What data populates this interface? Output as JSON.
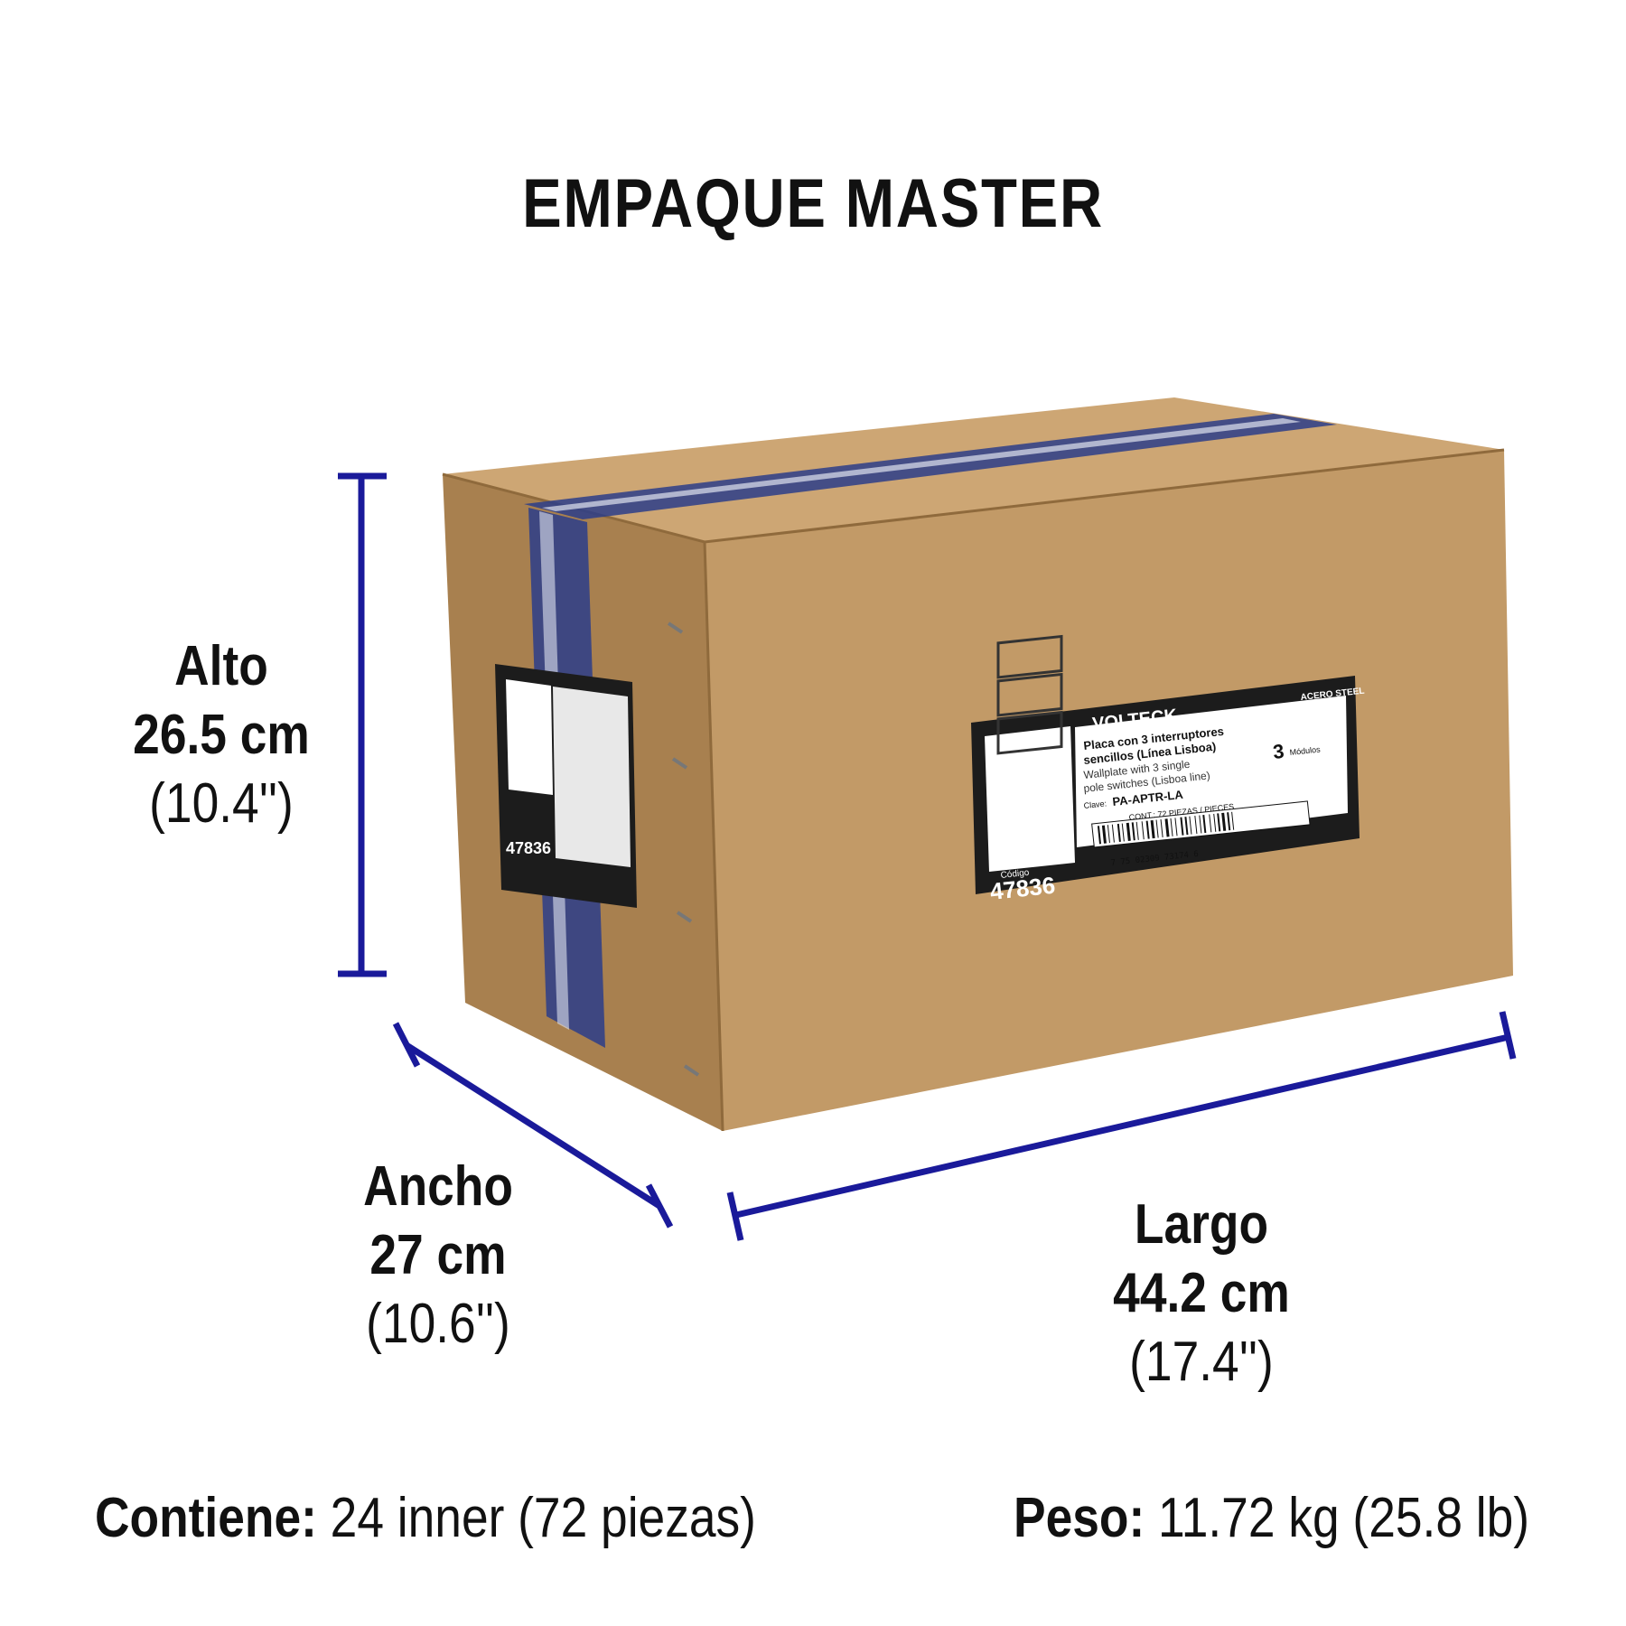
{
  "title": "EMPAQUE MASTER",
  "dimensions": {
    "alto": {
      "label": "Alto",
      "metric": "26.5 cm",
      "imperial": "(10.4'')"
    },
    "ancho": {
      "label": "Ancho",
      "metric": "27 cm",
      "imperial": "(10.6'')"
    },
    "largo": {
      "label": "Largo",
      "metric": "44.2 cm",
      "imperial": "(17.4'')"
    }
  },
  "footer": {
    "contiene_label": "Contiene:",
    "contiene_value": " 24 inner (72 piezas)",
    "peso_label": "Peso:",
    "peso_value": " 11.72 kg (25.8 lb)"
  },
  "label": {
    "brand": "VOLTECK",
    "material": "ACERO STEEL",
    "desc_es_1": "Placa con 3 interruptores",
    "desc_es_2": "sencillos (Línea Lisboa)",
    "desc_en_1": "Wallplate with 3 single",
    "desc_en_2": "pole switches (Lisboa line)",
    "modules_num": "3",
    "modules_text": "Módulos",
    "clave_label": "Clave:",
    "clave": "PA-APTR-LA",
    "cont": "CONT.: 72 PIEZAS / PIECES",
    "barcode_digits": "7 75 02309 73174 6",
    "codigo_label": "Código",
    "codigo": "47836"
  },
  "colors": {
    "dimension_line": "#1a1a9a",
    "box_front": "#c29a67",
    "box_side": "#a8804f",
    "box_top": "#cda674",
    "tape": "#2b3d8a",
    "label_bg": "#1c1c1c"
  }
}
